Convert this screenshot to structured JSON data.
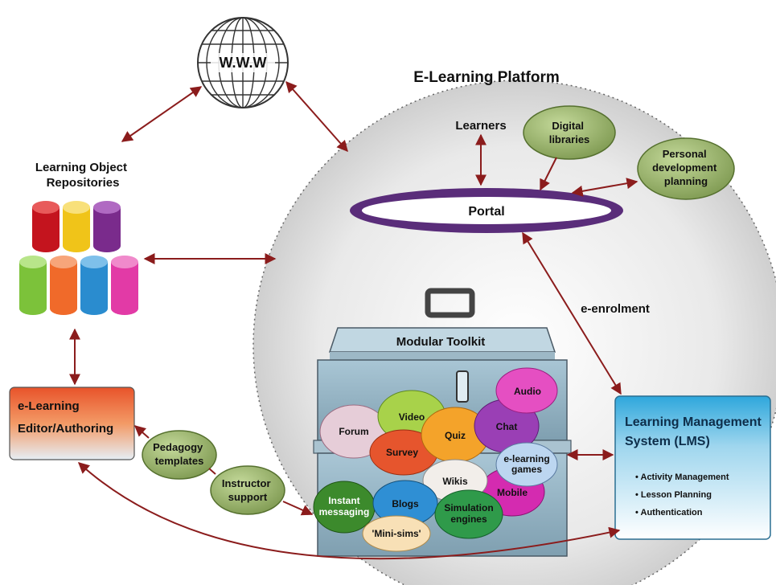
{
  "platform_title": "E-Learning Platform",
  "www_label": "W.W.W",
  "repositories_label": [
    "Learning Object",
    "Repositories"
  ],
  "learners_label": "Learners",
  "digital_libraries_label": [
    "Digital",
    "libraries"
  ],
  "pdp_label": [
    "Personal",
    "development",
    "planning"
  ],
  "portal_label": "Portal",
  "enrolment_label": "e-enrolment",
  "toolkit_label": "Modular Toolkit",
  "editor_label": [
    "e-Learning",
    "Editor/Authoring"
  ],
  "pedagogy_label": [
    "Pedagogy",
    "templates"
  ],
  "instructor_label": [
    "Instructor",
    "support"
  ],
  "lms": {
    "title": [
      "Learning Management",
      "System (LMS)"
    ],
    "items": [
      "• Activity Management",
      "• Lesson Planning",
      "• Authentication"
    ]
  },
  "tools": {
    "forum": "Forum",
    "video": "Video",
    "survey": "Survey",
    "quiz": "Quiz",
    "chat": "Chat",
    "audio": "Audio",
    "elearning_games": [
      "e-learning",
      "games"
    ],
    "wikis": "Wikis",
    "mobile": "Mobile",
    "instant_messaging": [
      "Instant",
      "messaging"
    ],
    "blogs": "Blogs",
    "simulation_engines": [
      "Simulation",
      "engines"
    ],
    "mini_sims": "'Mini-sims'"
  },
  "colors": {
    "arrow": "#8b1c1c",
    "bubble_green": "#9ab46a",
    "lms_blue": "#5bb8e0",
    "editor_orange": "#f07a3a",
    "toolkit_blue": "#8fb2c6"
  }
}
